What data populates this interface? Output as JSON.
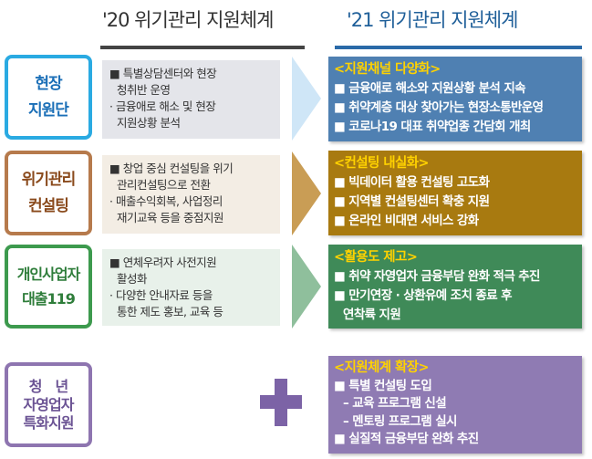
{
  "header": {
    "old_title": "'20 위기관리 지원체계",
    "new_title": "'21 위기관리 지원체계"
  },
  "rows": [
    {
      "label": [
        "현장",
        "지원단"
      ],
      "old": [
        "■ 특별상담센터와 현장",
        "청취반 운영",
        "· 금융애로 해소 및 현장",
        "지원상황 분석"
      ],
      "new_heading": "<지원채널 다양화>",
      "new": [
        "■ 금융애로 해소와 지원상황 분석 지속",
        "■ 취약계층 대상 찾아가는 현장소통반운영",
        "■ 코로나19 대표 취약업종 간담회 개최"
      ]
    },
    {
      "label": [
        "위기관리",
        "컨설팅"
      ],
      "old": [
        "■ 창업 중심 컨설팅을 위기",
        "관리컨설팅으로 전환",
        "· 매출수익회복, 사업정리",
        "재기교육 등을 중점지원"
      ],
      "new_heading": "<컨설팅 내실화>",
      "new": [
        "■ 빅데이터 활용 컨설팅 고도화",
        "■ 지역별 컨설팅센터 확충 지원",
        "■ 온라인 비대면 서비스 강화"
      ]
    },
    {
      "label": [
        "개인사업자",
        "대출119"
      ],
      "old": [
        "■ 연체우려자 사전지원",
        "활성화",
        "· 다양한 안내자료 등을",
        "통한 제도 홍보, 교육 등"
      ],
      "new_heading": "<활용도 제고>",
      "new": [
        "■ 취약 자영업자 금융부담 완화 적극 추진",
        "■ 만기연장 · 상환유예 조치 종료 후",
        "연착륙 지원"
      ]
    },
    {
      "label": [
        "청　년",
        "자영업자",
        "특화지원"
      ],
      "new_heading": "<지원체계 확장>",
      "new": [
        "■ 특별 컨설팅 도입",
        "– 교육 프로그램 신설",
        "– 멘토링 프로그램 실시",
        "■ 실질적 금융부담 완화 추진"
      ]
    }
  ],
  "colors": {
    "blue": "#4f80b2",
    "gold": "#a87a10",
    "green": "#3f8a58",
    "purple": "#8f7bb3",
    "accent": "#ffd200"
  }
}
